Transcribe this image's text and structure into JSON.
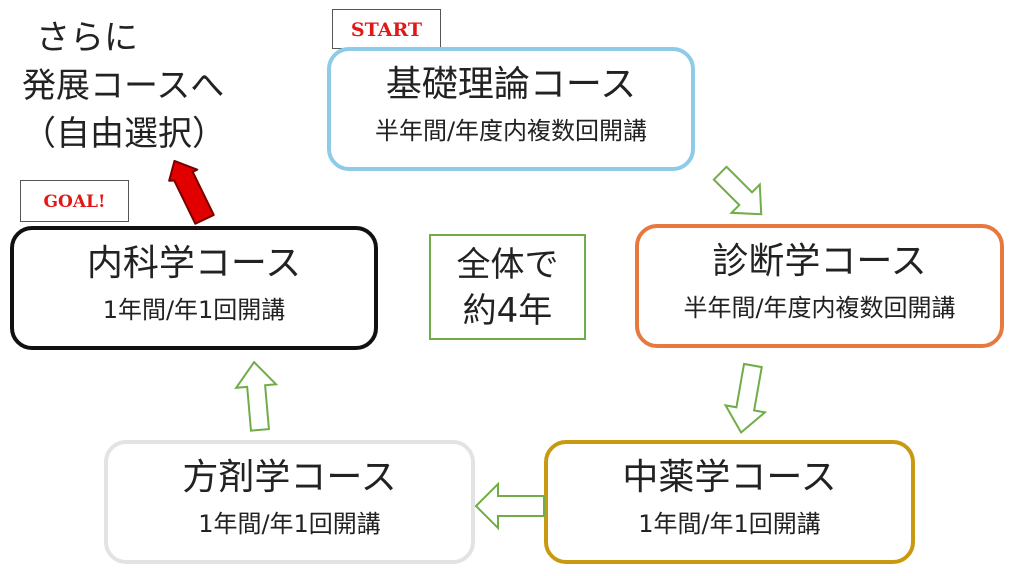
{
  "advance_note": {
    "line1": "さらに",
    "line2": "発展コースへ",
    "line3": "（自由選択）"
  },
  "tags": {
    "start": "START",
    "goal": "GOAL!"
  },
  "courses": {
    "kiso": {
      "title": "基礎理論コース",
      "schedule": "半年間/年度内複数回開講",
      "border_color": "#8ecbe8"
    },
    "shindan": {
      "title": "診断学コース",
      "schedule": "半年間/年度内複数回開講",
      "border_color": "#e8793e"
    },
    "chuyaku": {
      "title": "中薬学コース",
      "schedule": "1年間/年1回開講",
      "border_color": "#c89a12"
    },
    "houzai": {
      "title": "方剤学コース",
      "schedule": "1年間/年1回開講",
      "border_color": "#e3e3e3"
    },
    "naika": {
      "title": "内科学コース",
      "schedule": "1年間/年1回開講",
      "border_color": "#111111"
    }
  },
  "total": {
    "line1": "全体で",
    "line2": "約4年"
  },
  "colors": {
    "flow_arrow": "#70ad47",
    "advance_arrow": "#e00000",
    "tag_text": "#e01818"
  }
}
